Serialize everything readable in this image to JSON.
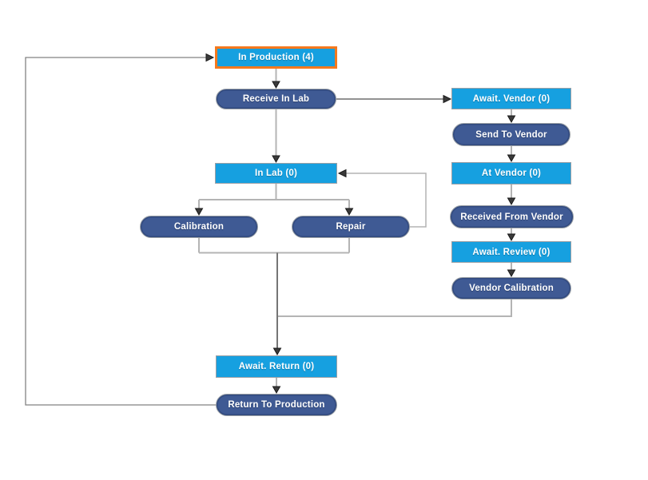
{
  "diagram": {
    "nodes": [
      {
        "id": "in-production",
        "label": "In Production (4)",
        "type": "state",
        "selected": true,
        "count": 4
      },
      {
        "id": "receive-in-lab",
        "label": "Receive In Lab",
        "type": "action",
        "selected": false
      },
      {
        "id": "await-vendor",
        "label": "Await. Vendor (0)",
        "type": "state",
        "selected": false,
        "count": 0
      },
      {
        "id": "send-to-vendor",
        "label": "Send To Vendor",
        "type": "action",
        "selected": false
      },
      {
        "id": "in-lab",
        "label": "In Lab (0)",
        "type": "state",
        "selected": false,
        "count": 0
      },
      {
        "id": "at-vendor",
        "label": "At Vendor (0)",
        "type": "state",
        "selected": false,
        "count": 0
      },
      {
        "id": "calibration",
        "label": "Calibration",
        "type": "action",
        "selected": false
      },
      {
        "id": "repair",
        "label": "Repair",
        "type": "action",
        "selected": false
      },
      {
        "id": "received-from-vendor",
        "label": "Received From Vendor",
        "type": "action",
        "selected": false
      },
      {
        "id": "await-review",
        "label": "Await. Review (0)",
        "type": "state",
        "selected": false,
        "count": 0
      },
      {
        "id": "vendor-calibration",
        "label": "Vendor Calibration",
        "type": "action",
        "selected": false
      },
      {
        "id": "await-return",
        "label": "Await. Return (0)",
        "type": "state",
        "selected": false,
        "count": 0
      },
      {
        "id": "return-to-production",
        "label": "Return To Production",
        "type": "action",
        "selected": false
      }
    ],
    "edges": [
      {
        "from": "in-production",
        "to": "receive-in-lab"
      },
      {
        "from": "receive-in-lab",
        "to": "in-lab"
      },
      {
        "from": "receive-in-lab",
        "to": "await-vendor"
      },
      {
        "from": "await-vendor",
        "to": "send-to-vendor"
      },
      {
        "from": "send-to-vendor",
        "to": "at-vendor"
      },
      {
        "from": "at-vendor",
        "to": "received-from-vendor"
      },
      {
        "from": "received-from-vendor",
        "to": "await-review"
      },
      {
        "from": "await-review",
        "to": "vendor-calibration"
      },
      {
        "from": "in-lab",
        "to": "calibration"
      },
      {
        "from": "in-lab",
        "to": "repair"
      },
      {
        "from": "repair",
        "to": "in-lab"
      },
      {
        "from": "calibration",
        "to": "await-return"
      },
      {
        "from": "repair",
        "to": "await-return"
      },
      {
        "from": "vendor-calibration",
        "to": "await-return"
      },
      {
        "from": "await-return",
        "to": "return-to-production"
      },
      {
        "from": "return-to-production",
        "to": "in-production"
      }
    ],
    "colors": {
      "state_fill": "#16A0E0",
      "action_fill": "#3F5A94",
      "selected_border": "#F5791D",
      "node_border": "#9AA0A6",
      "node_text": "#FFFFFF",
      "connector_light": "#B4B4B4",
      "connector_medium": "#757575",
      "connector_dark": "#515151",
      "arrowhead": "#3A3A3A",
      "background": "#FFFFFF"
    }
  }
}
